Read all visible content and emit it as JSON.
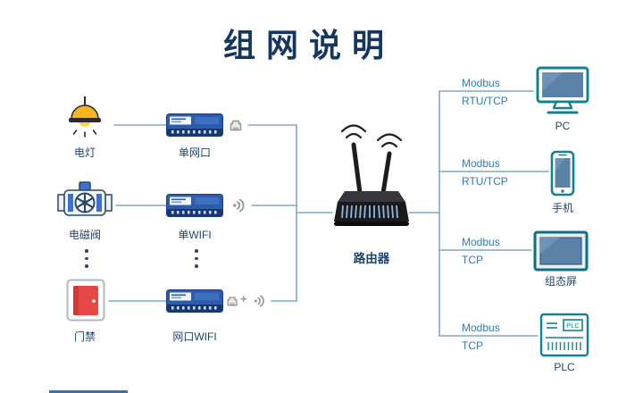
{
  "title": "组网说明",
  "colors": {
    "line": "#7fa8c8",
    "protocol_text": "#3579ac",
    "label_text": "#1f4468",
    "title_text": "#15375e"
  },
  "left_devices": [
    {
      "label": "电灯",
      "icon": "lamp-icon"
    },
    {
      "label": "电磁阀",
      "icon": "solenoid-valve-icon"
    },
    {
      "label": "门禁",
      "icon": "access-door-icon"
    }
  ],
  "modules": [
    {
      "label": "单网口",
      "port_icons": [
        "ethernet-port-icon"
      ]
    },
    {
      "label": "单WIFI",
      "port_icons": [
        "wifi-icon"
      ]
    },
    {
      "label": "网口WIFI",
      "port_icons": [
        "ethernet-port-icon",
        "wifi-icon"
      ],
      "plus": "+"
    }
  ],
  "router": {
    "label": "路由器",
    "icon": "router-icon"
  },
  "endpoints": [
    {
      "label": "PC",
      "proto1": "Modbus",
      "proto2": "RTU/TCP",
      "icon": "pc-monitor-icon"
    },
    {
      "label": "手机",
      "proto1": "Modbus",
      "proto2": "RTU/TCP",
      "icon": "phone-icon"
    },
    {
      "label": "组态屏",
      "proto1": "Modbus",
      "proto2": "TCP",
      "icon": "hmi-screen-icon"
    },
    {
      "label": "PLC",
      "proto1": "Modbus",
      "proto2": "TCP",
      "icon": "plc-icon",
      "icon_text": "PLC"
    }
  ]
}
